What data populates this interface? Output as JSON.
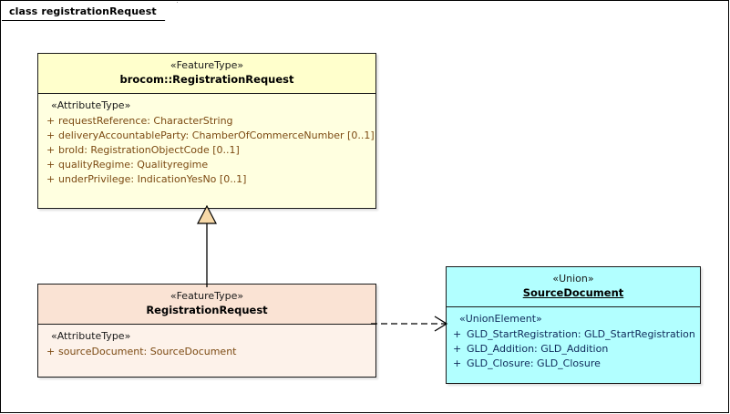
{
  "diagram": {
    "tab_kind": "class",
    "tab_name": "registrationRequest",
    "background_color": "#ffffff",
    "border_color": "#000000"
  },
  "classes": {
    "brocom_registration_request": {
      "stereotype": "«FeatureType»",
      "name": "brocom::RegistrationRequest",
      "header_color": "#ffffcc",
      "body_color": "#ffffe0",
      "text_color": "#7c4a12",
      "section_stereotype": "«AttributeType»",
      "attributes": [
        {
          "visibility": "+",
          "signature": "requestReference: CharacterString"
        },
        {
          "visibility": "+",
          "signature": "deliveryAccountableParty: ChamberOfCommerceNumber [0..1]"
        },
        {
          "visibility": "+",
          "signature": "broId: RegistrationObjectCode [0..1]"
        },
        {
          "visibility": "+",
          "signature": "qualityRegime: Qualityregime"
        },
        {
          "visibility": "+",
          "signature": "underPrivilege: IndicationYesNo [0..1]"
        }
      ]
    },
    "registration_request": {
      "stereotype": "«FeatureType»",
      "name": "RegistrationRequest",
      "header_color": "#fae3d4",
      "body_color": "#fdf2ea",
      "text_color": "#7c4a12",
      "section_stereotype": "«AttributeType»",
      "attributes": [
        {
          "visibility": "+",
          "signature": "sourceDocument: SourceDocument"
        }
      ]
    },
    "source_document": {
      "stereotype": "«Union»",
      "name": "SourceDocument",
      "header_color": "#b2ffff",
      "body_color": "#b2ffff",
      "text_color": "#0f2a5a",
      "section_stereotype": "«UnionElement»",
      "attributes": [
        {
          "visibility": "+",
          "signature": "GLD_StartRegistration: GLD_StartRegistration"
        },
        {
          "visibility": "+",
          "signature": "GLD_Addition: GLD_Addition"
        },
        {
          "visibility": "+",
          "signature": "GLD_Closure: GLD_Closure"
        }
      ]
    }
  },
  "connectors": {
    "generalization": {
      "kind": "generalization",
      "from": "RegistrationRequest",
      "to": "brocom::RegistrationRequest",
      "line_style": "solid",
      "arrow_head": "hollow-triangle",
      "arrow_fill": "#f7d9a8"
    },
    "dependency": {
      "kind": "dependency",
      "from": "RegistrationRequest",
      "to": "SourceDocument",
      "line_style": "dashed",
      "arrow_head": "open-arrow",
      "arrow_fill": "none"
    }
  }
}
